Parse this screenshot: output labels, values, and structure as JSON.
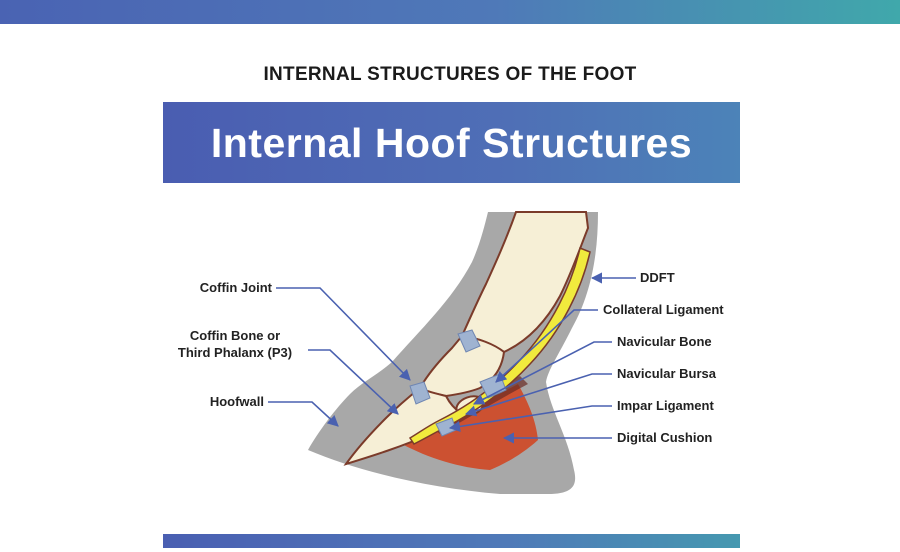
{
  "heading": "INTERNAL STRUCTURES OF THE FOOT",
  "banner": {
    "title": "Internal Hoof Structures"
  },
  "labels": {
    "coffin_joint": "Coffin Joint",
    "coffin_bone_line1": "Coffin Bone or",
    "coffin_bone_line2": "Third Phalanx (P3)",
    "hoofwall": "Hoofwall",
    "ddft": "DDFT",
    "collateral_ligament": "Collateral Ligament",
    "navicular_bone": "Navicular Bone",
    "navicular_bursa": "Navicular Bursa",
    "impar_ligament": "Impar Ligament",
    "digital_cushion": "Digital Cushion"
  },
  "colors": {
    "banner": "#4f6db5",
    "hoof_gray": "#a7a7a7",
    "bone": "#f6efd6",
    "bone_outline": "#7b3b2a",
    "tendon": "#f1ea3d",
    "cushion": "#cc5131",
    "cartilage": "#9fb3d1",
    "leader_line": "#4a61b0"
  }
}
